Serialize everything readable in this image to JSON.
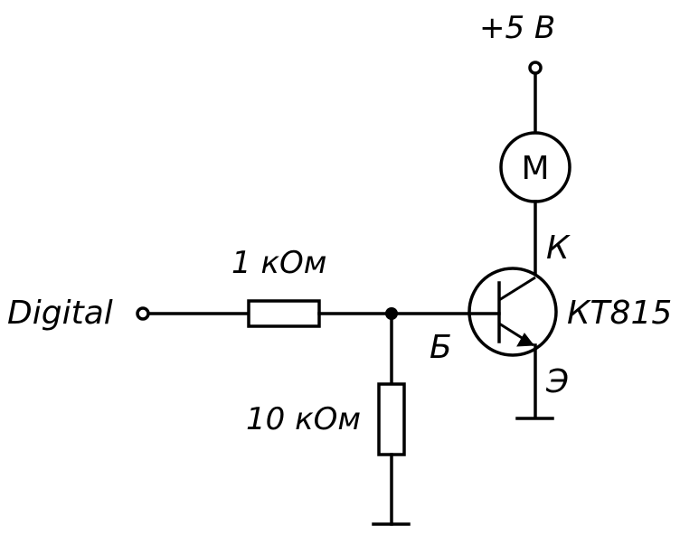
{
  "labels": {
    "supply": "+5 В",
    "motor": "М",
    "collector": "К",
    "transistor": "КТ815",
    "base": "Б",
    "emitter": "Э",
    "input": "Digital",
    "r1": "1 кОм",
    "r2": "10 кОм"
  },
  "colors": {
    "ink": "#000000",
    "background": "#ffffff"
  }
}
